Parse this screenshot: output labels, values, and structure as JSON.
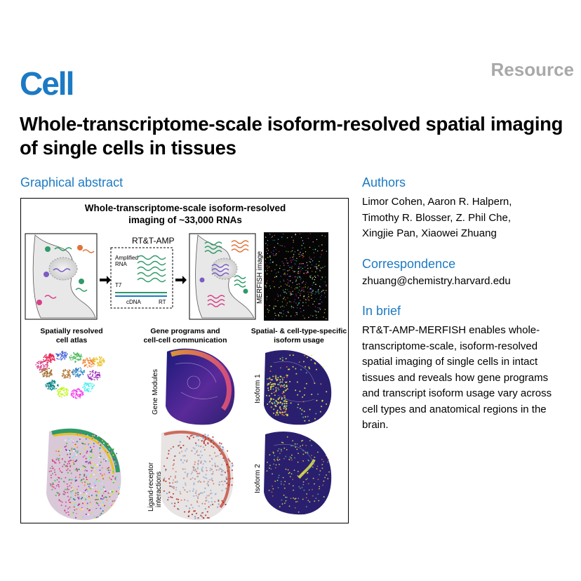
{
  "journal": "Cell",
  "article_type": "Resource",
  "title": "Whole-transcriptome-scale isoform-resolved spatial imaging of single cells in tissues",
  "graphical_abstract": {
    "heading": "Graphical abstract",
    "main_title_line1": "Whole-transcriptome-scale isoform-resolved",
    "main_title_line2": "imaging of ~33,000 RNAs",
    "method_label": "RT&T-AMP",
    "amplified_label_line1": "Amplified",
    "amplified_label_line2": "RNA",
    "t7_label": "T7",
    "cdna_label": "cDNA",
    "rt_label": "RT",
    "merfish_label": "MERFISH image",
    "col1_line1": "Spatially resolved",
    "col1_line2": "cell atlas",
    "col2_line1": "Gene programs and",
    "col2_line2": "cell-cell communication",
    "col3_line1": "Spatial- & cell-type-specific",
    "col3_line2": "isoform usage",
    "gene_modules_label": "Gene Modules",
    "ligand_label_line1": "Ligand-receptor",
    "ligand_label_line2": "interactions",
    "isoform1_label": "Isoform 1",
    "isoform2_label": "Isoform 2"
  },
  "authors": {
    "heading": "Authors",
    "line1": "Limor Cohen, Aaron R. Halpern,",
    "line2": "Timothy R. Blosser, Z. Phil Che,",
    "line3": "Xingjie Pan, Xiaowei Zhuang"
  },
  "correspondence": {
    "heading": "Correspondence",
    "email": "zhuang@chemistry.harvard.edu"
  },
  "in_brief": {
    "heading": "In brief",
    "line1": "RT&T-AMP-MERFISH enables whole-",
    "line2": "transcriptome-scale, isoform-resolved",
    "line3": "spatial imaging of single cells in intact",
    "line4": "tissues and reveals how gene programs",
    "line5": "and transcript isoform usage vary across",
    "line6": "cell types and anatomical regions in the",
    "line7": "brain."
  },
  "colors": {
    "brand_blue": "#1c7ac4",
    "resource_gray": "#a9a9a9",
    "wave_green": "#2e9a68",
    "wave_orange": "#e0733a",
    "wave_purple": "#7a5cc4",
    "wave_pink": "#d8408a",
    "brain_navy": "#2a1f6e",
    "isoform_yellow": "#e8e84a"
  }
}
